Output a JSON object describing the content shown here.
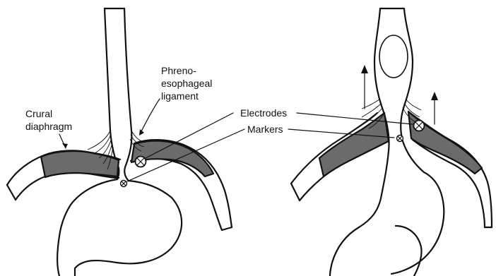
{
  "labels": {
    "crural": [
      "Crural",
      "diaphragm"
    ],
    "phreno": [
      "Phreno-",
      "esophageal",
      "ligament"
    ],
    "electrodes": "Electrodes",
    "markers": "Markers"
  }
}
